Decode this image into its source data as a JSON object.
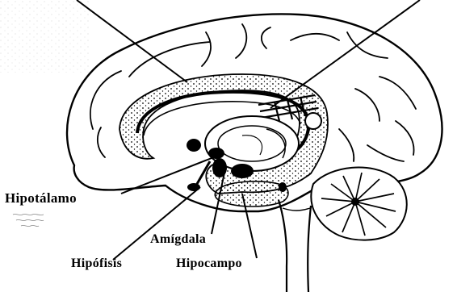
{
  "labels": {
    "hipotalamo": "Hipotálamo",
    "amigdala": "Amígdala",
    "hipofisis": "Hipófisis",
    "hipocampo": "Hipocampo"
  },
  "colors": {
    "ink": "#000000",
    "paper": "#ffffff",
    "speckle": "#9a9a9a"
  }
}
